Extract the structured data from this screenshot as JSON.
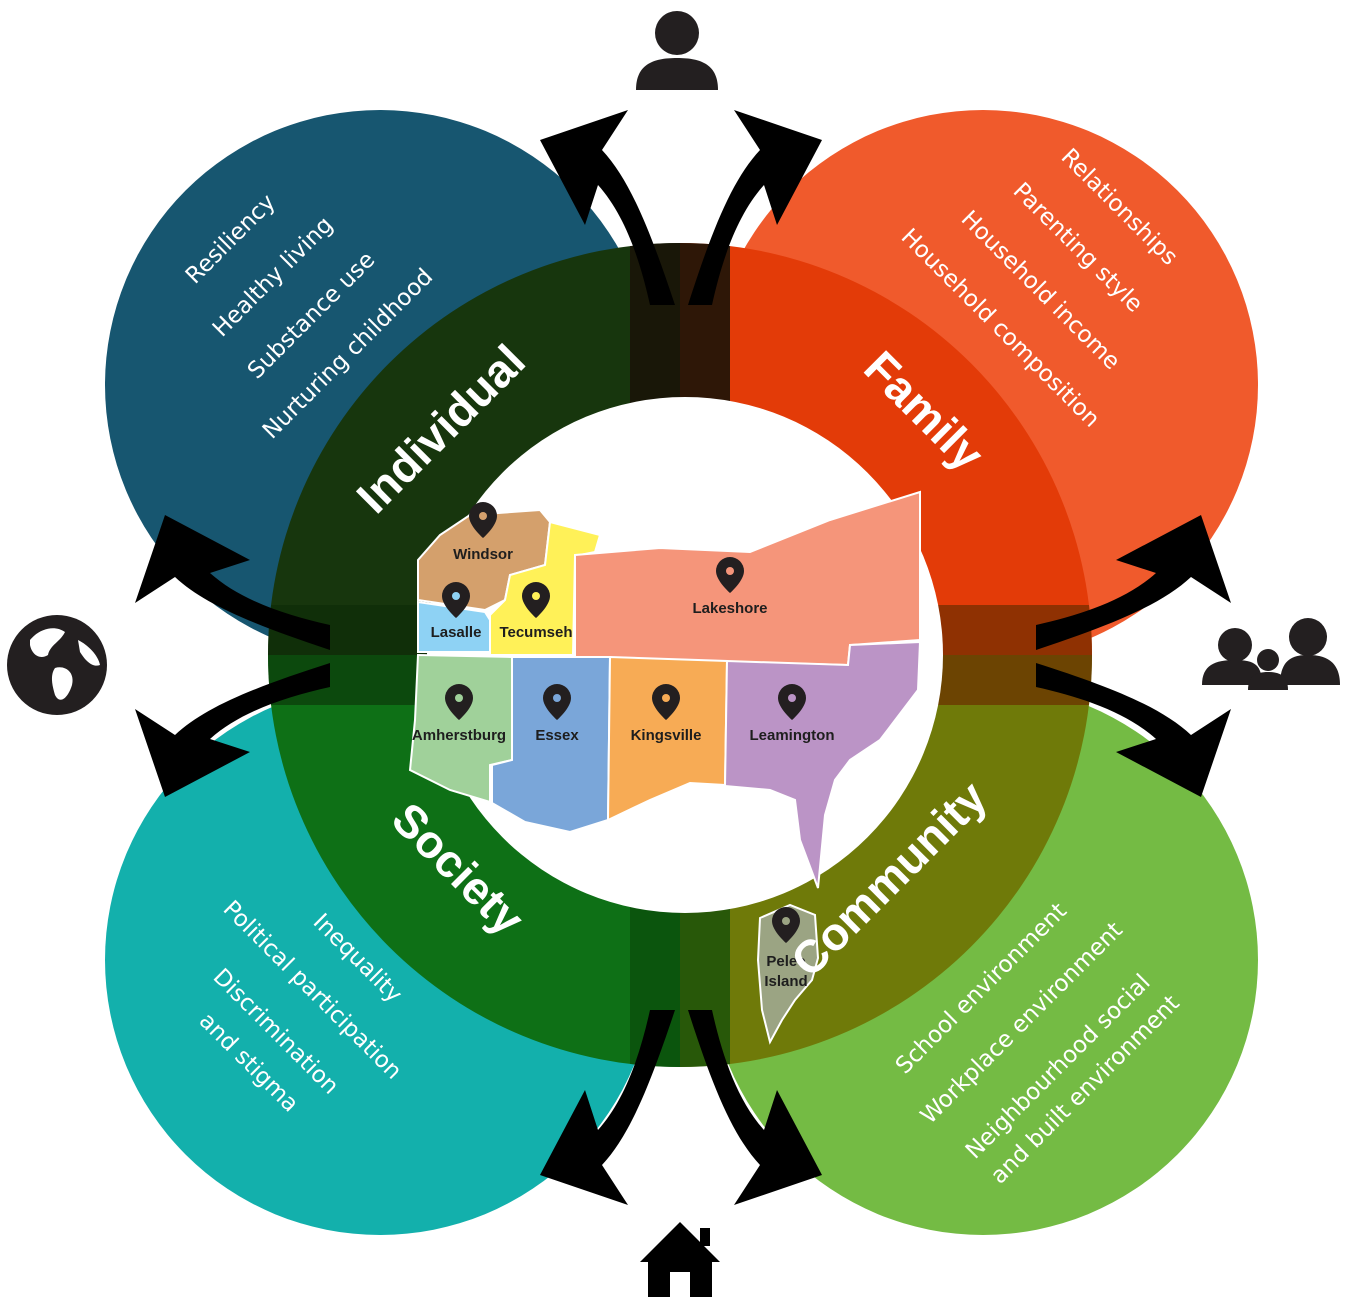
{
  "colors": {
    "individual": "#175670",
    "family": "#f05a2c",
    "society": "#13b0ac",
    "community": "#74bb44",
    "inner_green": "#0d6d12"
  },
  "labels": {
    "individual": "Individual",
    "family": "Family",
    "society": "Society",
    "community": "Community"
  },
  "individual_factors": [
    "Resiliency",
    "Healthy living",
    "Substance use",
    "Nurturing childhood"
  ],
  "family_factors": [
    "Relationships",
    "Parenting style",
    "Household income",
    "Household composition"
  ],
  "society_factors": [
    "Inequality",
    "Political participation",
    "Discrimination",
    "and stigma"
  ],
  "community_factors": [
    "School environment",
    "Workplace environment",
    "Neighbourhood social",
    "and built environment"
  ],
  "map": {
    "regions": [
      {
        "name": "Windsor",
        "color": "#d4a06c"
      },
      {
        "name": "Tecumseh",
        "color": "#fff158"
      },
      {
        "name": "Lasalle",
        "color": "#8ed2f4"
      },
      {
        "name": "Lakeshore",
        "color": "#f5957a"
      },
      {
        "name": "Amherstburg",
        "color": "#a0d19a"
      },
      {
        "name": "Essex",
        "color": "#7aa6d9"
      },
      {
        "name": "Kingsville",
        "color": "#f7ab55"
      },
      {
        "name": "Leamington",
        "color": "#bb94c6"
      },
      {
        "name": "Pelee",
        "color": "#9ba483"
      },
      {
        "name": "Island",
        "color": "#9ba483"
      }
    ]
  },
  "icons": {
    "top": "person-icon",
    "right": "family-icon",
    "bottom": "house-icon",
    "left": "globe-icon"
  }
}
